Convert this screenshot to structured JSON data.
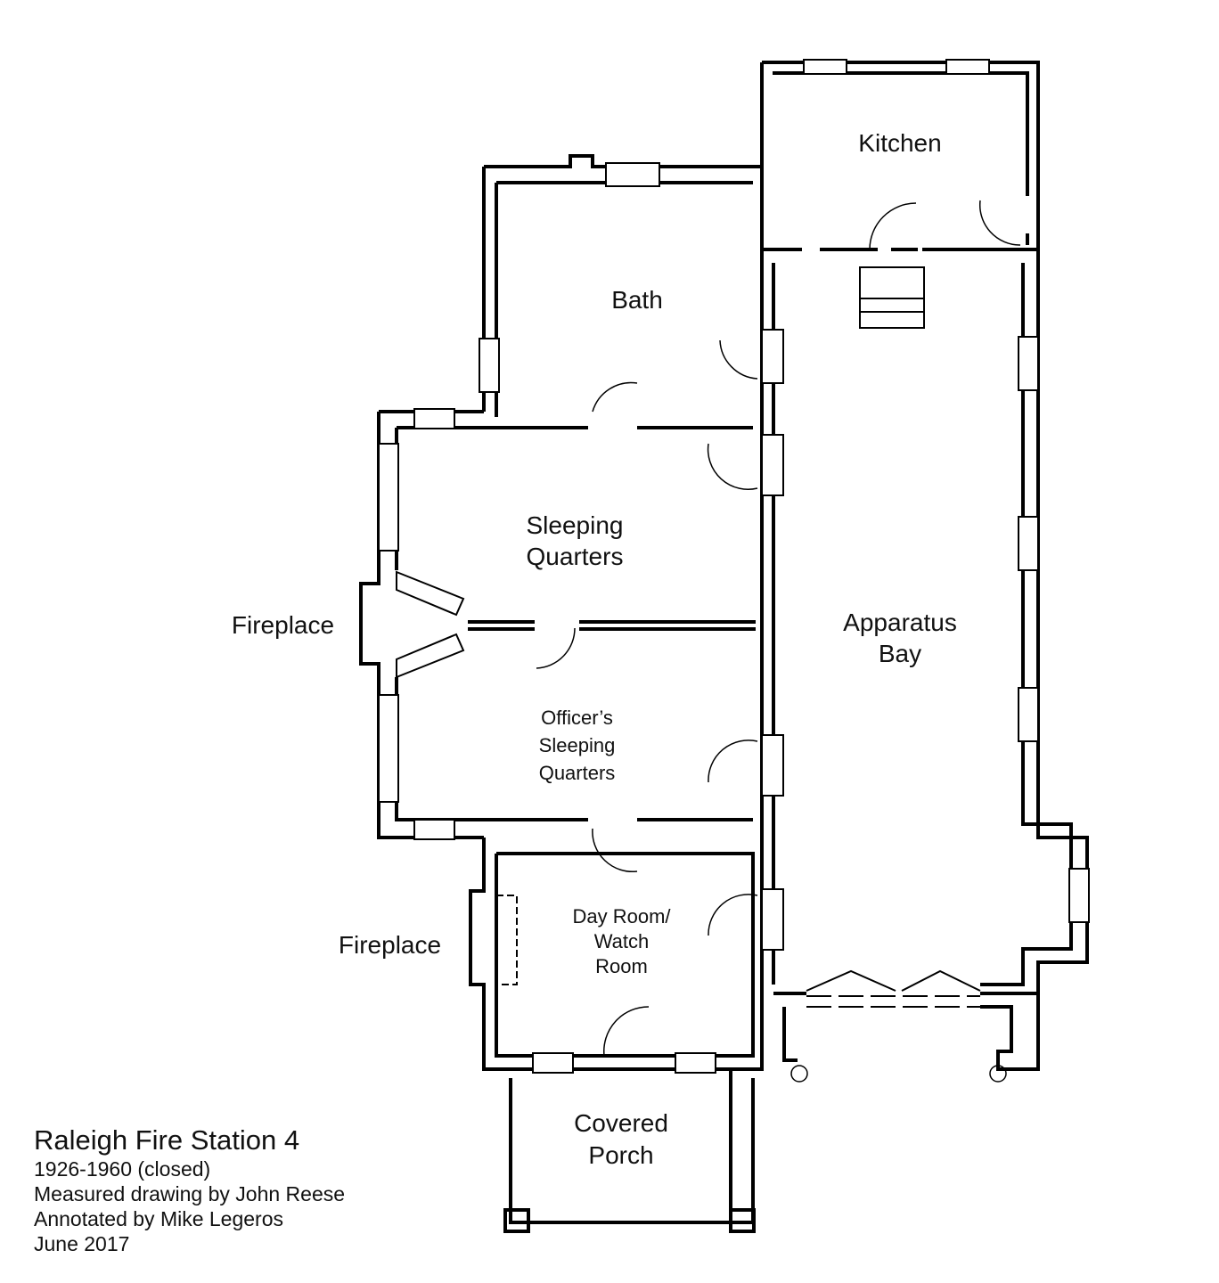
{
  "rooms": {
    "kitchen": "Kitchen",
    "bath": "Bath",
    "sleeping_1": "Sleeping",
    "sleeping_2": "Quarters",
    "apparatus_1": "Apparatus",
    "apparatus_2": "Bay",
    "officers_1": "Officer’s",
    "officers_2": "Sleeping",
    "officers_3": "Quarters",
    "dayroom_1": "Day Room/",
    "dayroom_2": "Watch",
    "dayroom_3": "Room",
    "porch_1": "Covered",
    "porch_2": "Porch",
    "fireplace_upper": "Fireplace",
    "fireplace_lower": "Fireplace"
  },
  "credits": {
    "title": "Raleigh Fire Station 4",
    "years": "1926-1960 (closed)",
    "drawn_by": "Measured drawing by John Reese",
    "annotated_by": "Annotated by Mike Legeros",
    "date": "June 2017"
  }
}
